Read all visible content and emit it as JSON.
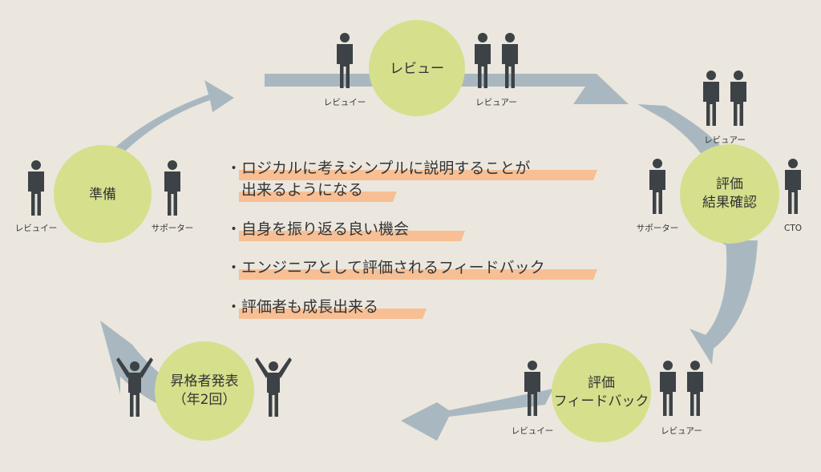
{
  "colors": {
    "background": "#ebe7de",
    "arrow": "#a9b8c0",
    "node_fill": "#d6df8c",
    "person": "#3d4246",
    "highlight": "#f7bf93",
    "text": "#333333"
  },
  "nodes": {
    "review": {
      "label": "レビュー",
      "left_role": "レビュイー",
      "right_role": "レビュアー"
    },
    "eval_confirm": {
      "label_line1": "評価",
      "label_line2": "結果確認",
      "top_role": "レビュアー",
      "left_role": "サポーター",
      "right_role": "CTO"
    },
    "eval_feedback": {
      "label_line1": "評価",
      "label_line2": "フィードバック",
      "left_role": "レビュイー",
      "right_role": "レビュアー"
    },
    "promotion": {
      "label_line1": "昇格者発表",
      "label_line2": "（年2回）"
    },
    "prep": {
      "label": "準備",
      "left_role": "レビュイー",
      "right_role": "サポーター"
    }
  },
  "benefits": {
    "item1_line1": "・ロジカルに考えシンプルに説明することが",
    "item1_line2": "出来るようになる",
    "item2": "・自身を振り返る良い機会",
    "item3": "・エンジニアとして評価されるフィードバック",
    "item4": "・評価者も成長出来る"
  }
}
